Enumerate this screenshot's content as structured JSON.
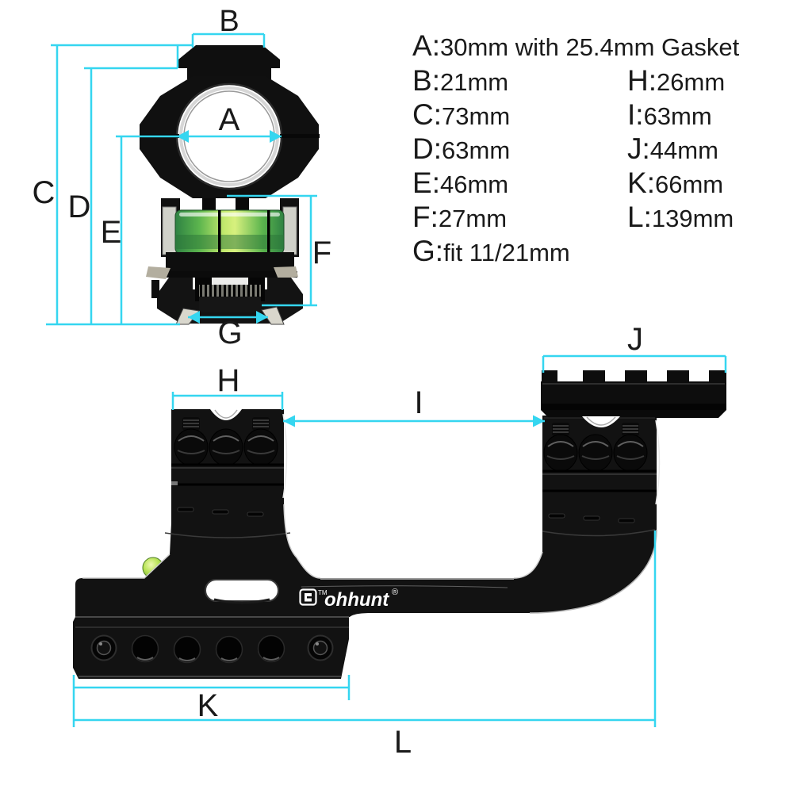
{
  "dimensions": {
    "A": {
      "label": "A",
      "value": "30mm with 25.4mm Gasket"
    },
    "B": {
      "label": "B",
      "value": "21mm"
    },
    "C": {
      "label": "C",
      "value": "73mm"
    },
    "D": {
      "label": "D",
      "value": "63mm"
    },
    "E": {
      "label": "E",
      "value": "46mm"
    },
    "F": {
      "label": "F",
      "value": "27mm"
    },
    "G": {
      "label": "G",
      "value": "fit 11/21mm"
    },
    "H": {
      "label": "H",
      "value": "26mm"
    },
    "I": {
      "label": "I",
      "value": "63mm"
    },
    "J": {
      "label": "J",
      "value": "44mm"
    },
    "K": {
      "label": "K",
      "value": "66mm"
    },
    "L": {
      "label": "L",
      "value": "139mm"
    }
  },
  "spec": {
    "colon": ":"
  },
  "brand": {
    "name": "ohhunt",
    "trademark": "TM",
    "registered": "®"
  },
  "colors": {
    "dimension_line": "#35d6f0",
    "label_text": "#1a1a1a",
    "product_black": "#121212",
    "bubble_level_green": "#a8e04c",
    "vial_green": "#3f9a4e",
    "vial_highlight": "#cdef7a",
    "background": "#ffffff"
  }
}
